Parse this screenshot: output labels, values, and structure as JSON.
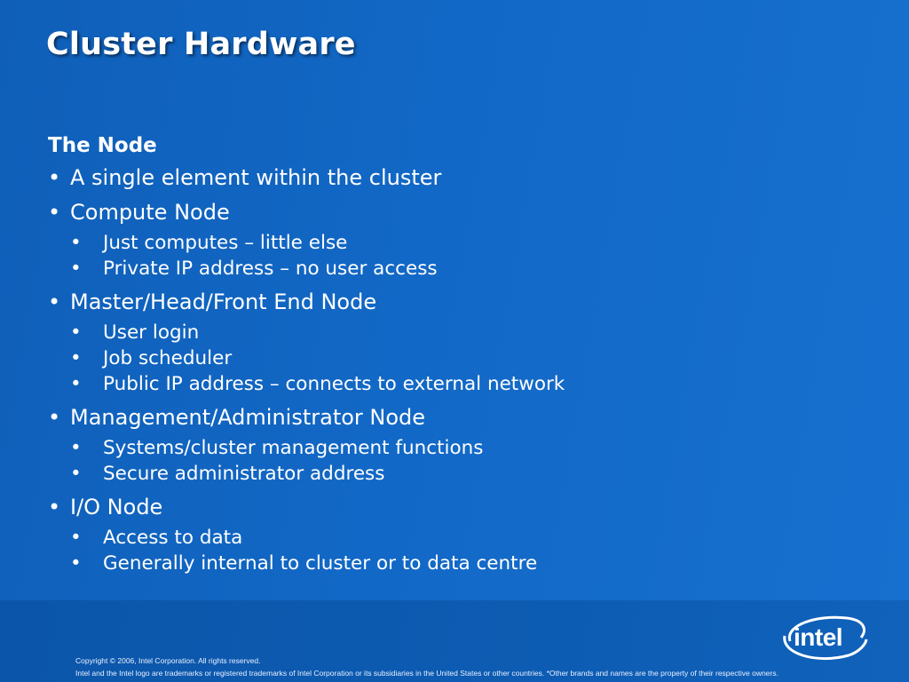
{
  "slide": {
    "title": "Cluster Hardware",
    "section_heading": "The Node",
    "bullet_glyph": "•",
    "items": [
      {
        "text": "A single element within the cluster",
        "sub": []
      },
      {
        "text": "Compute Node",
        "sub": [
          "Just computes – little else",
          "Private IP address – no user access"
        ]
      },
      {
        "text": "Master/Head/Front End Node",
        "sub": [
          "User login",
          "Job scheduler",
          "Public IP address – connects to external network"
        ]
      },
      {
        "text": "Management/Administrator Node",
        "sub": [
          "Systems/cluster management functions",
          "Secure administrator address"
        ]
      },
      {
        "text": "I/O Node",
        "sub": [
          "Access to data",
          "Generally internal to cluster or to data centre"
        ]
      }
    ]
  },
  "footer": {
    "copyright": "Copyright © 2006, Intel Corporation. All rights reserved.",
    "disclaimer": "Intel and the Intel logo are trademarks or registered trademarks of Intel Corporation or its subsidiaries in the United States or other countries. *Other brands and names are the property of their respective owners.",
    "logo_text": "intel"
  },
  "colors": {
    "background": "#1268c6",
    "footer_band": "#0d5cb3",
    "text": "#ffffff"
  },
  "icons": {
    "logo": "intel-logo-icon"
  }
}
